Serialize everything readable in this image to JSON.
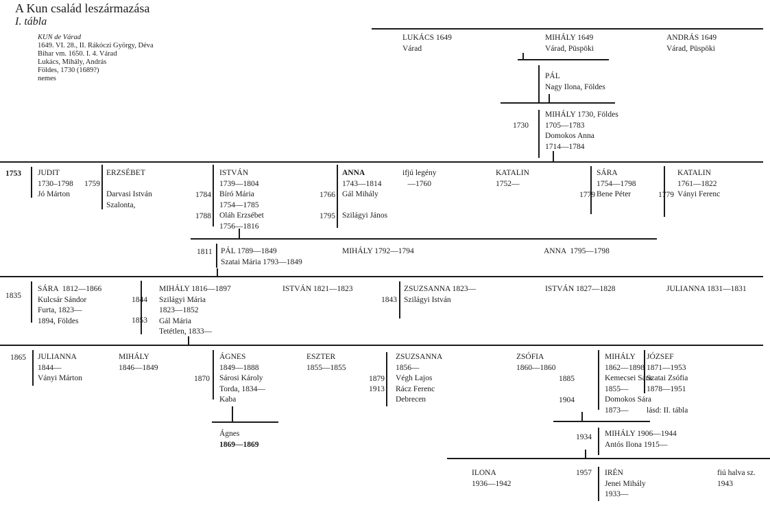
{
  "title": "A Kun család leszármazása",
  "subtitle": "I. tábla",
  "intro": [
    "KUN de Várad",
    "1649. VI. 28., II. Rákóczi György, Déva",
    "Bihar vm. 1650. I. 4. Várad",
    "Lukács, Mihály, András",
    "Földes, 1730 (1689?)",
    "nemes"
  ],
  "g0": {
    "lukacs": [
      "LUKÁCS 1649",
      "Várad"
    ],
    "mihaly": [
      "MIHÁLY 1649",
      "Várad, Püspöki"
    ],
    "andras": [
      "ANDRÁS 1649",
      "Várad, Püspöki"
    ]
  },
  "g1": {
    "pal": [
      "PÁL",
      "Nagy Ilona, Földes"
    ]
  },
  "g2": {
    "year": "1730",
    "mihaly": [
      "MIHÁLY 1730, Földes",
      "1705—1783",
      "Domokos Anna",
      "1714—1784"
    ]
  },
  "g3": {
    "judit_year": "1753",
    "judit": [
      "JUDIT",
      "1730–1798",
      "Jó Márton"
    ],
    "erzsebet_year": "1759",
    "erzsebet": [
      "ERZSÉBET",
      "",
      "Darvasi István",
      "Szalonta,"
    ],
    "istvan_years": [
      "1784",
      "1788"
    ],
    "istvan": [
      "ISTVÁN",
      "1739—1804",
      "Bíró Mária",
      "1754—1785",
      "Oláh Erzsébet",
      "1756—1816"
    ],
    "anna_years": [
      "1766",
      "1795"
    ],
    "anna": [
      "ANNA",
      "1743—1814",
      "Gál Mihály",
      "",
      "Szilágyi János"
    ],
    "ifju": [
      "ifjú legény",
      "—1760"
    ],
    "katalin1": [
      "KATALIN",
      "1752—"
    ],
    "sara_year": "1779",
    "sara": [
      "SÁRA",
      "1754—1798",
      "Bene Péter"
    ],
    "katalin2_year": "1779",
    "katalin2": [
      "KATALIN",
      "1761—1822",
      "Ványi Ferenc"
    ]
  },
  "g4": {
    "pal_year": "1811",
    "pal": [
      "PÁL 1789—1849",
      "Szatai Mária 1793—1849"
    ],
    "mihaly": "MIHÁLY 1792—1794",
    "anna": "ANNA  1795—1798"
  },
  "g5": {
    "sara_year": "1835",
    "sara": [
      "SÁRA  1812—1866",
      "Kulcsár Sándor",
      "Furta, 1823—",
      "1894, Földes"
    ],
    "mihaly_years": [
      "1844",
      "1853"
    ],
    "mihaly": [
      "MIHÁLY 1816—1897",
      "Szilágyi Mária",
      "1823—1852",
      "Gál Mária",
      "Tetétlen, 1833—"
    ],
    "istvan1": "ISTVÁN 1821—1823",
    "zsuzsanna_year": "1843",
    "zsuzsanna": [
      "ZSUZSANNA 1823—",
      "Szilágyi István"
    ],
    "istvan2": "ISTVÁN 1827—1828",
    "julianna": "JULIANNA 1831—1831"
  },
  "g6": {
    "julianna_year": "1865",
    "julianna": [
      "JULIANNA",
      "1844—",
      "Ványi Márton"
    ],
    "mihaly1": [
      "MIHÁLY",
      "1846—1849"
    ],
    "agnes_year": "1870",
    "agnes": [
      "ÁGNES",
      "1849—1888",
      "Sárosi Károly",
      "Torda, 1834—",
      "Kaba"
    ],
    "eszter": [
      "ESZTER",
      "1855—1855"
    ],
    "zsuzsanna_years": [
      "1879",
      "1913"
    ],
    "zsuzsanna": [
      "ZSUZSANNA",
      "1856—",
      "Végh Lajos",
      "Rácz Ferenc",
      "Debrecen"
    ],
    "zsofia": [
      "ZSÓFIA",
      "1860—1860"
    ],
    "mihaly2_years": [
      "1885",
      "1904"
    ],
    "mihaly2": [
      "MIHÁLY",
      "1862—",
      "Kemecsei Sára",
      "1855—",
      "Domokos Sára",
      "1873—"
    ],
    "jozsef_year": "1898",
    "jozsef": [
      "JÓZSEF",
      "1871—1953",
      "Szatai Zsófia",
      "1878—1951"
    ],
    "jozsef_note": "lásd: II. tábla"
  },
  "g7": {
    "agnes": [
      "Ágnes",
      "1869—1869"
    ],
    "mihaly_year": "1934",
    "mihaly": [
      "MIHÁLY 1906—1944",
      "Antós Ilona 1915—"
    ]
  },
  "g8": {
    "ilona": [
      "ILONA",
      "1936—1942"
    ],
    "iren_year": "1957",
    "iren": [
      "IRÉN",
      "Jenei Mihály",
      "1933—"
    ],
    "fiu": [
      "fiú halva sz.",
      "1943"
    ]
  }
}
